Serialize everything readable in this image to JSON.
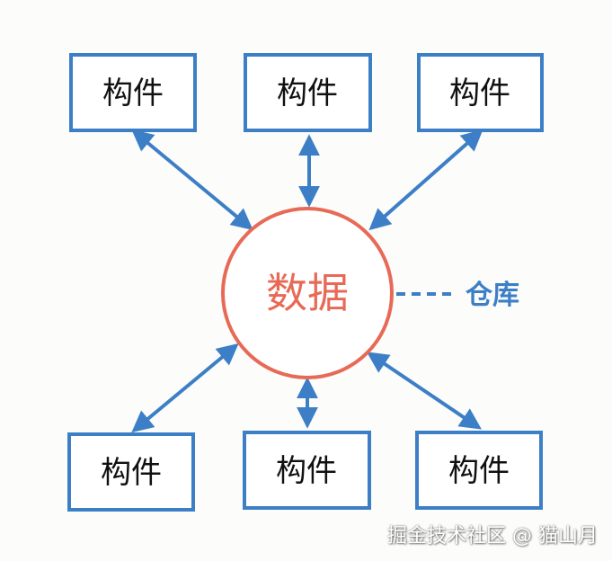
{
  "colors": {
    "box_stroke": "#3d7fc6",
    "arrow": "#3d7fc6",
    "circle_stroke": "#e76a57",
    "center_text": "#e76a57",
    "repo_text": "#3d7fc6"
  },
  "components": [
    {
      "label": "构件"
    },
    {
      "label": "构件"
    },
    {
      "label": "构件"
    },
    {
      "label": "构件"
    },
    {
      "label": "构件"
    },
    {
      "label": "构件"
    }
  ],
  "center": {
    "label": "数据"
  },
  "repository": {
    "label": "仓库"
  },
  "watermark": "掘金技术社区 @ 猫山月"
}
